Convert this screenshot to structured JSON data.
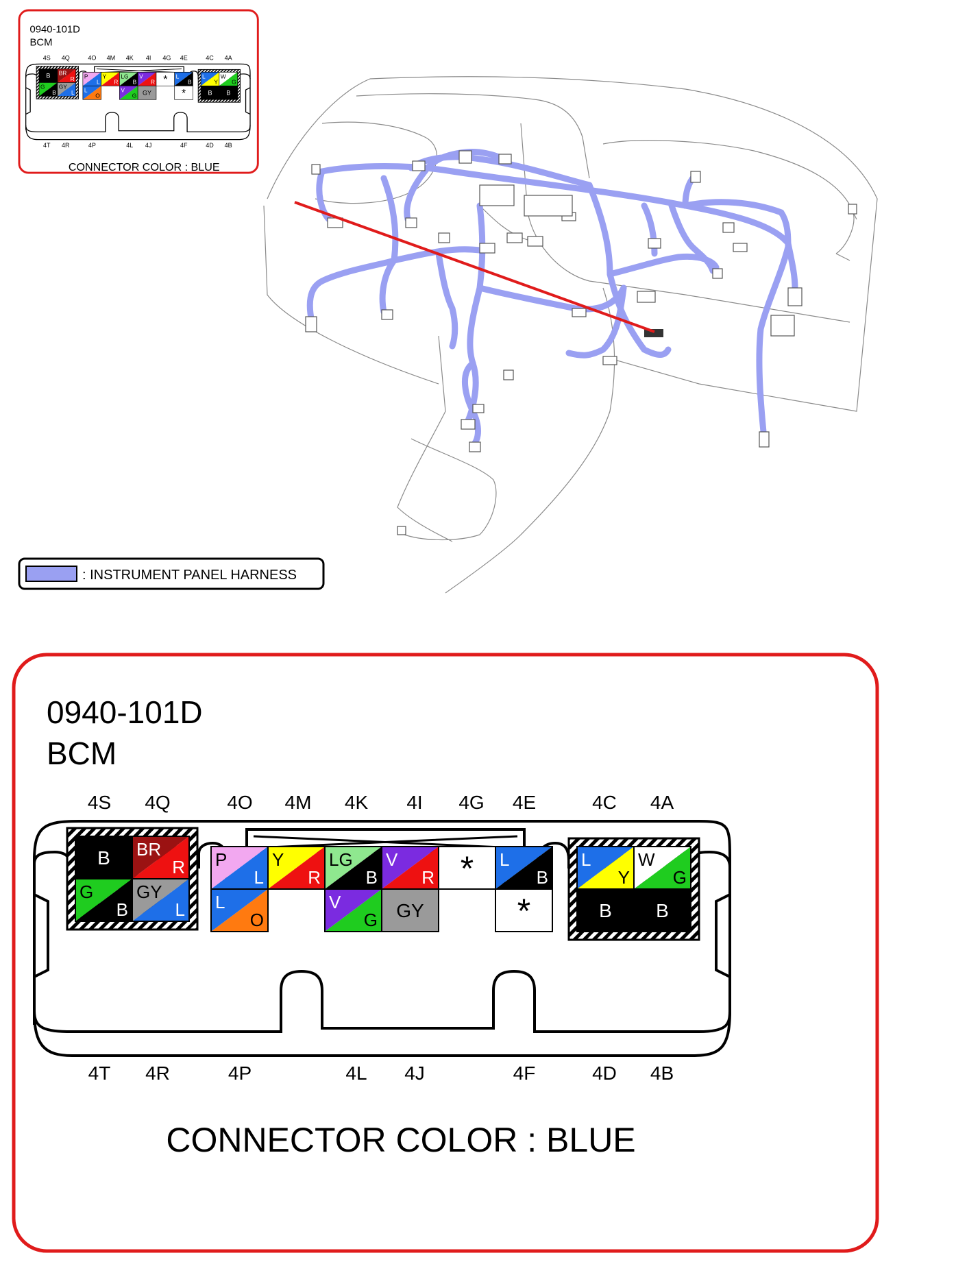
{
  "connector": {
    "part_number": "0940-101D",
    "name": "BCM",
    "color_caption": "CONNECTOR COLOR : BLUE"
  },
  "legend": {
    "label": ": INSTRUMENT PANEL HARNESS",
    "swatch_color": "#9aa0f2"
  },
  "accent_color": "#e01b1b",
  "top_terminals": [
    "4S",
    "4Q",
    "4O",
    "4M",
    "4K",
    "4I",
    "4G",
    "4E",
    "4C",
    "4A"
  ],
  "bottom_terminals": [
    "4T",
    "4R",
    "4P",
    "4L",
    "4J",
    "4F",
    "4D",
    "4B"
  ],
  "wire_colors": {
    "B": "#000000",
    "BR": "#9b1212",
    "R": "#ee1111",
    "G": "#1fcc1f",
    "GY": "#9a9a9a",
    "L": "#1e6fe8",
    "P": "#f2a8f0",
    "Y": "#ffff00",
    "O": "#ff7a10",
    "LG": "#8fe88f",
    "V": "#7b2be0",
    "W": "#ffffff"
  },
  "pins": [
    {
      "id": "4S",
      "row": "top",
      "type": "solid",
      "color": "B",
      "label": "B"
    },
    {
      "id": "4Q",
      "row": "top",
      "type": "split",
      "c1": "BR",
      "c2": "R",
      "l1": "BR",
      "l2": "R"
    },
    {
      "id": "4T",
      "row": "bottom",
      "type": "split",
      "c1": "G",
      "c2": "B",
      "l1": "G",
      "l2": "B"
    },
    {
      "id": "4R",
      "row": "bottom",
      "type": "split",
      "c1": "GY",
      "c2": "L",
      "l1": "GY",
      "l2": "L"
    },
    {
      "id": "4O",
      "row": "top",
      "type": "split",
      "c1": "P",
      "c2": "L",
      "l1": "P",
      "l2": "L"
    },
    {
      "id": "4M",
      "row": "top",
      "type": "split",
      "c1": "Y",
      "c2": "R",
      "l1": "Y",
      "l2": "R"
    },
    {
      "id": "4K",
      "row": "top",
      "type": "split",
      "c1": "LG",
      "c2": "B",
      "l1": "LG",
      "l2": "B"
    },
    {
      "id": "4I",
      "row": "top",
      "type": "split",
      "c1": "V",
      "c2": "R",
      "l1": "V",
      "l2": "R"
    },
    {
      "id": "4G",
      "row": "top",
      "type": "empty",
      "label": "*"
    },
    {
      "id": "4E",
      "row": "top",
      "type": "split",
      "c1": "L",
      "c2": "B",
      "l1": "L",
      "l2": "B"
    },
    {
      "id": "4P",
      "row": "bottom",
      "type": "split",
      "c1": "L",
      "c2": "O",
      "l1": "L",
      "l2": "O"
    },
    {
      "id": "4L",
      "row": "bottom",
      "type": "split",
      "c1": "V",
      "c2": "G",
      "l1": "V",
      "l2": "G"
    },
    {
      "id": "4J",
      "row": "bottom",
      "type": "solid",
      "color": "GY",
      "label": "GY"
    },
    {
      "id": "4F",
      "row": "bottom",
      "type": "empty",
      "label": "*"
    },
    {
      "id": "4C",
      "row": "top",
      "type": "split",
      "c1": "L",
      "c2": "Y",
      "l1": "L",
      "l2": "Y"
    },
    {
      "id": "4A",
      "row": "top",
      "type": "split",
      "c1": "W",
      "c2": "G",
      "l1": "W",
      "l2": "G"
    },
    {
      "id": "4D",
      "row": "bottom",
      "type": "solid",
      "color": "B",
      "label": "B"
    },
    {
      "id": "4B",
      "row": "bottom",
      "type": "solid",
      "color": "B",
      "label": "B"
    }
  ]
}
